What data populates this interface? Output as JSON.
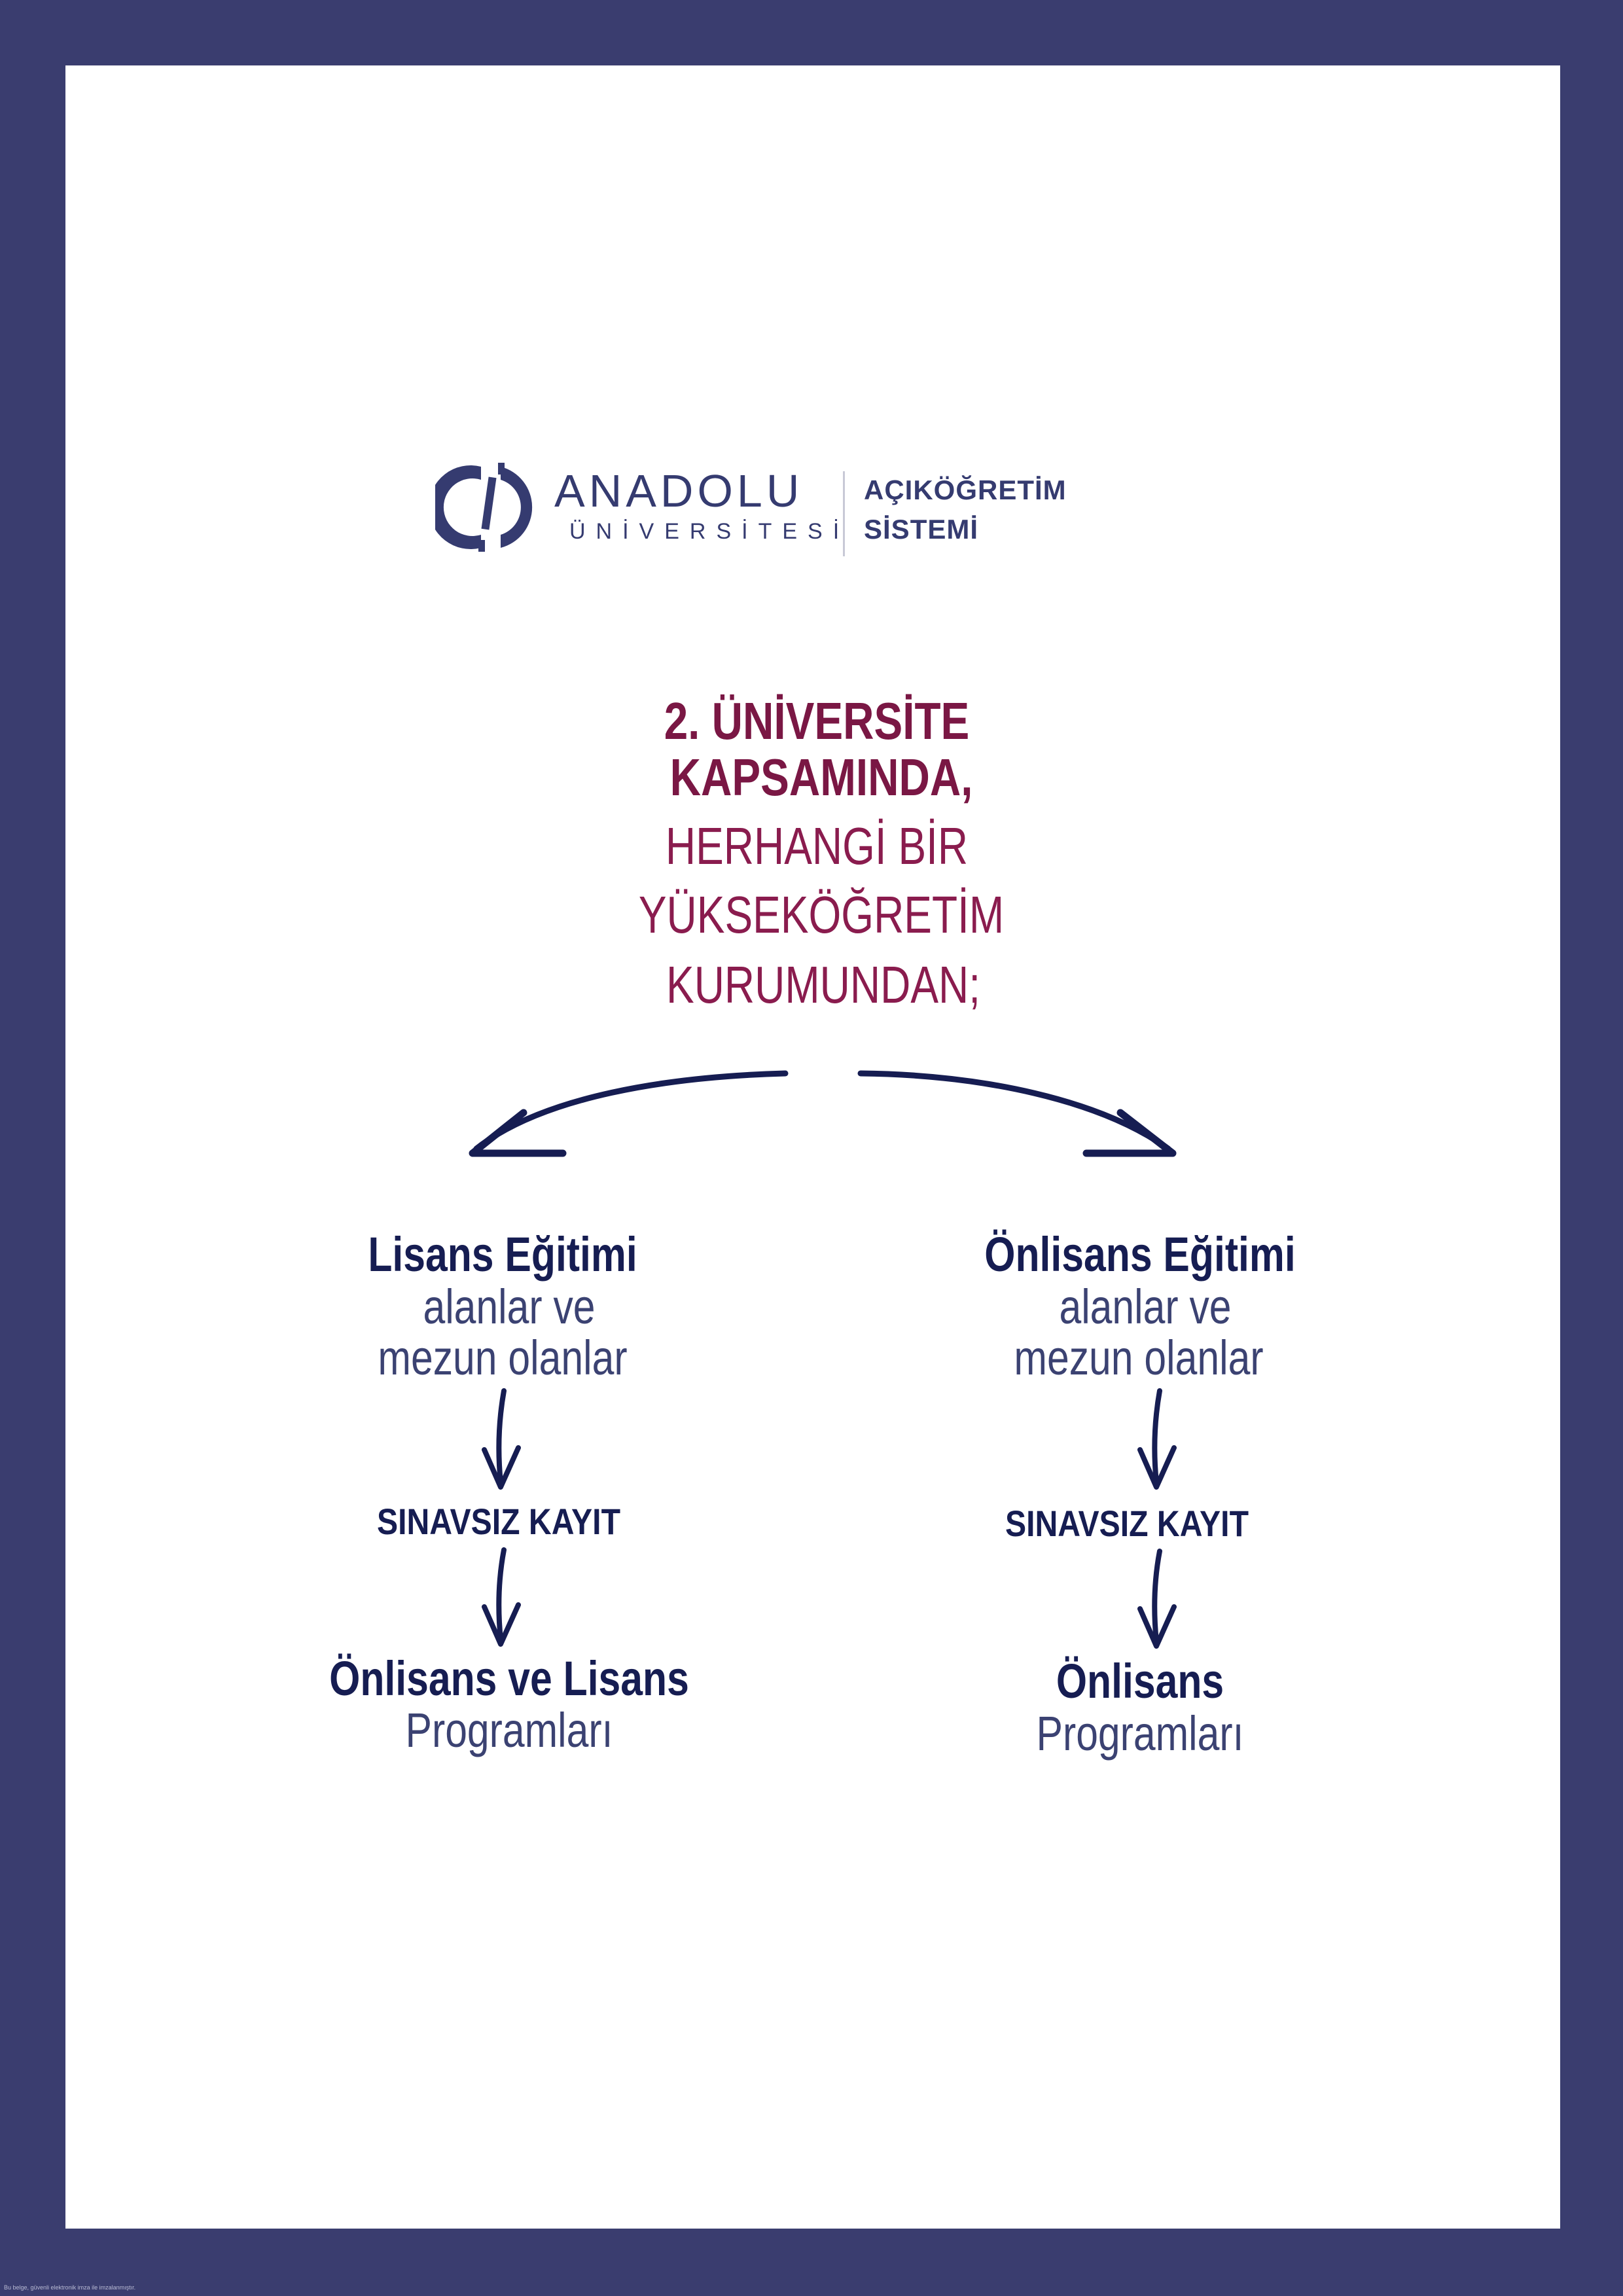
{
  "colors": {
    "border": "#3a3d6f",
    "navy": "#161d52",
    "maroon": "#7a1744",
    "logo": "#353b70"
  },
  "logo": {
    "name": "ANADOLU",
    "sub": "ÜNİVERSİTESİ",
    "system_line1": "AÇIKÖĞRETİM",
    "system_line2": "SİSTEMİ"
  },
  "heading": {
    "line1": "2. ÜNİVERSİTE",
    "line2": "KAPSAMINDA,",
    "line3": "HERHANGİ BİR",
    "line4": "YÜKSEKÖĞRETİM",
    "line5": "KURUMUNDAN;"
  },
  "left": {
    "title": "Lisans Eğitimi",
    "desc1": "alanlar ve",
    "desc2": "mezun olanlar",
    "step": "SINAVSIZ KAYIT",
    "result_bold": "Önlisans ve Lisans",
    "result_reg": "Programları"
  },
  "right": {
    "title": "Önlisans Eğitimi",
    "desc1": "alanlar ve",
    "desc2": "mezun olanlar",
    "step": "SINAVSIZ KAYIT",
    "result_bold": "Önlisans",
    "result_reg": "Programları"
  },
  "footer": "Bu belge, güvenli elektronik imza ile imzalanmıştır."
}
